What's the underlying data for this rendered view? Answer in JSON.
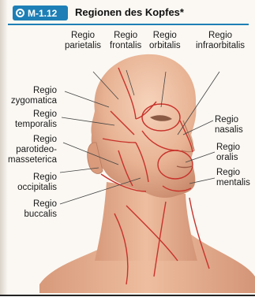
{
  "header": {
    "figure_number": "M-1.12",
    "title": "Regionen des Kopfes*"
  },
  "labels": {
    "parietalis": [
      "Regio",
      "parietalis"
    ],
    "frontalis": [
      "Regio",
      "frontalis"
    ],
    "orbitalis": [
      "Regio",
      "orbitalis"
    ],
    "infraorbitalis": [
      "Regio",
      "infraorbitalis"
    ],
    "zygomatica": [
      "Regio",
      "zygomatica"
    ],
    "temporalis": [
      "Regio",
      "temporalis"
    ],
    "parotideomasseterica": [
      "Regio",
      "parotideo-",
      "masseterica"
    ],
    "occipitalis": [
      "Regio",
      "occipitalis"
    ],
    "buccalis": [
      "Regio",
      "buccalis"
    ],
    "nasalis": [
      "Regio",
      "nasalis"
    ],
    "oralis": [
      "Regio",
      "oralis"
    ],
    "mentalis": [
      "Regio",
      "mentalis"
    ]
  },
  "colors": {
    "accent": "#1d7fb6",
    "region_lines": "#c8322b",
    "skin": "#e9b99a"
  }
}
